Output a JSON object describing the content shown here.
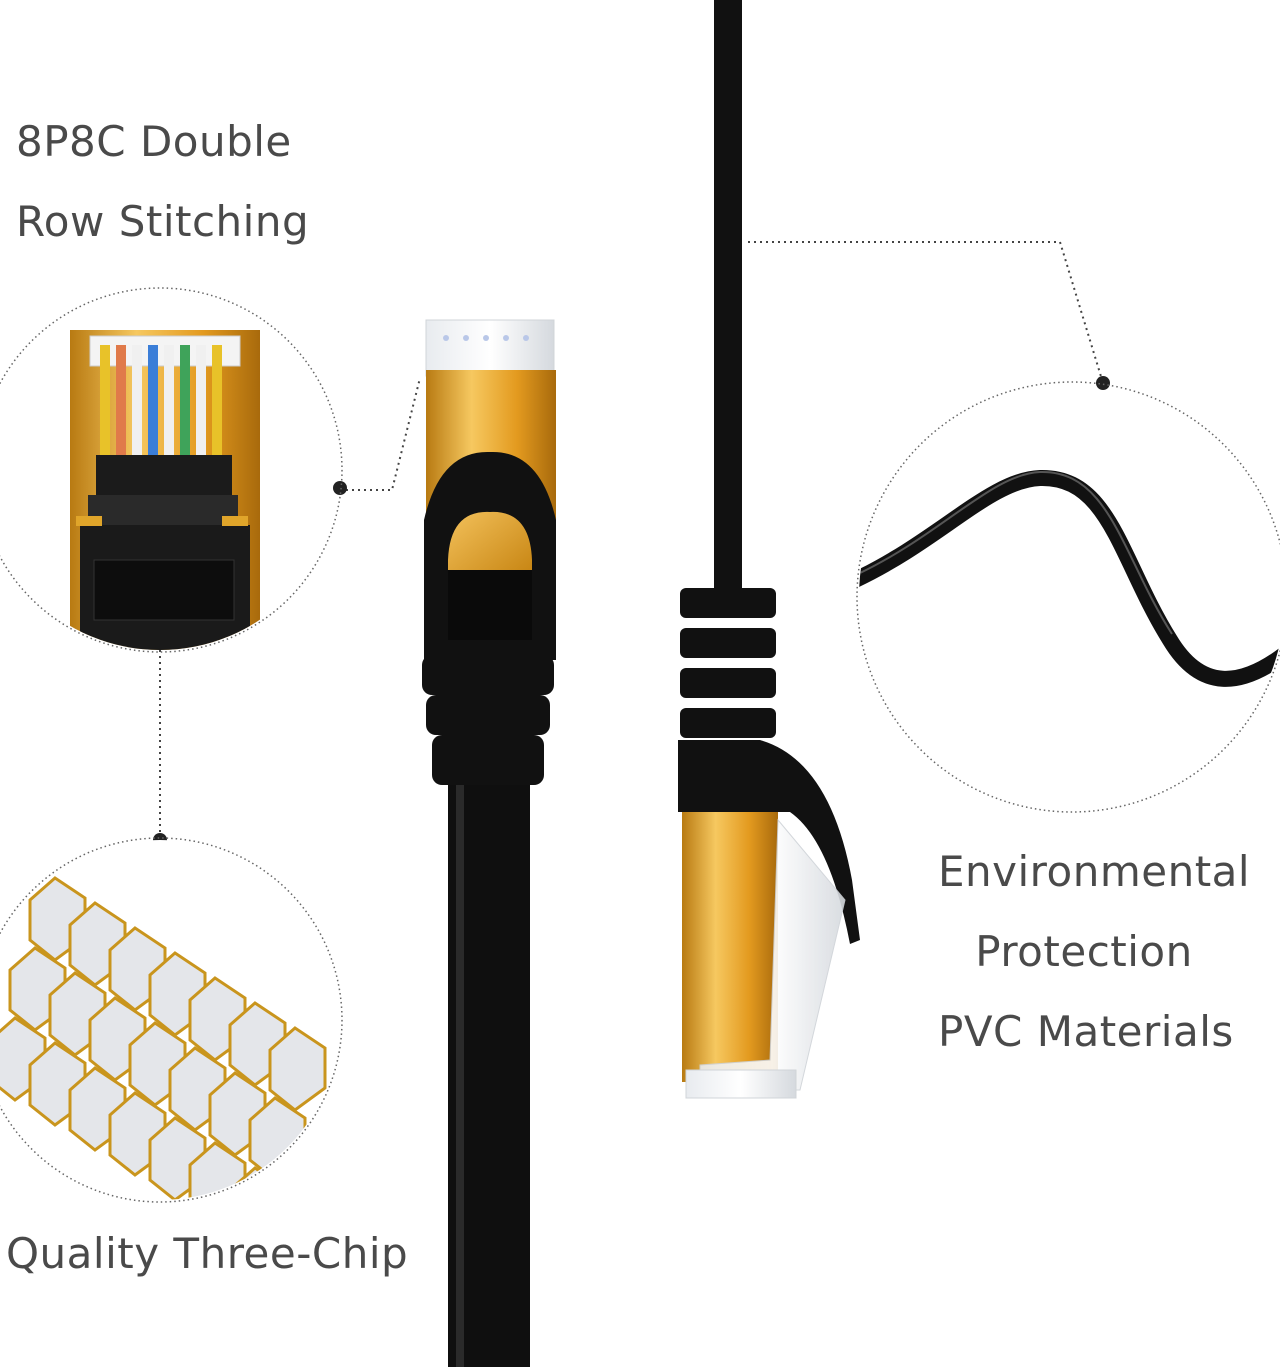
{
  "captions": {
    "left_top": [
      "8P8C Double",
      "Row Stitching"
    ],
    "left_bottom": "Quality Three-Chip",
    "right": [
      "Environmental",
      "Protection",
      "PVC Materials"
    ]
  },
  "colors": {
    "background": "#ffffff",
    "cable": "#111111",
    "gold": "#e0a52a",
    "text": "#4a4a4a",
    "dotted_line": "#444444"
  }
}
